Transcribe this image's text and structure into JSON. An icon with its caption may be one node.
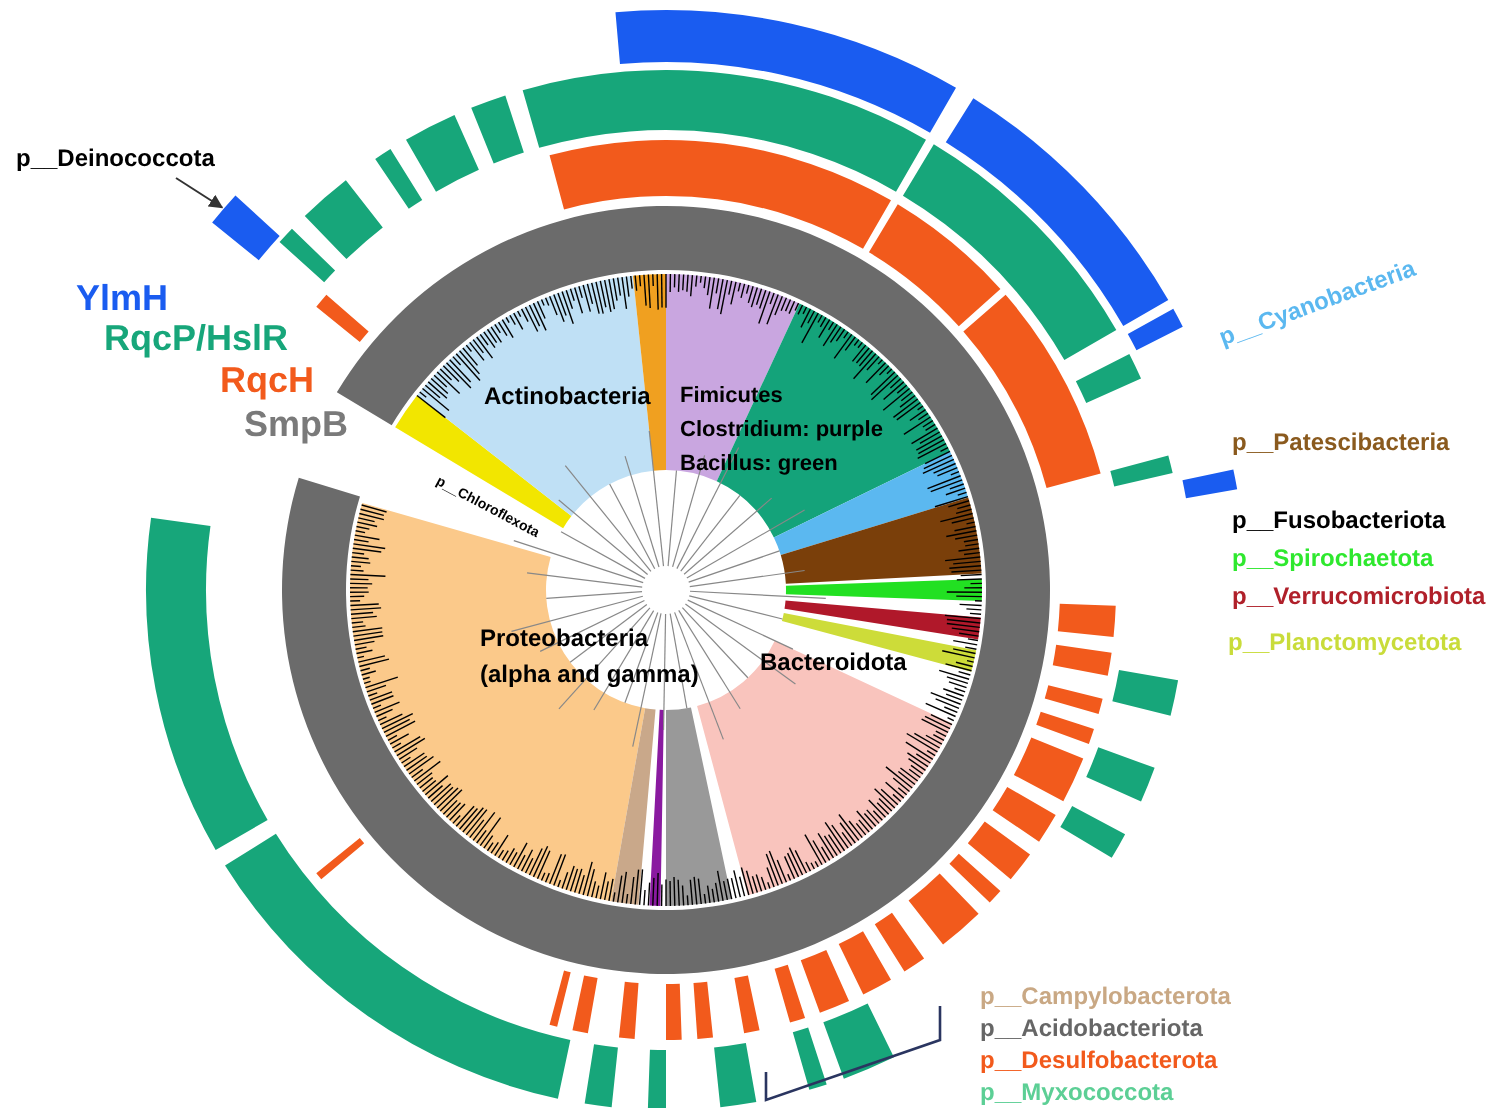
{
  "diagram": {
    "nodes": [
      {
        "text": [
          "p__Deinococcota"
        ]
      },
      {
        "text": [],
        "shape": "bar"
      }
    ],
    "edges": [
      {
        "from": 0,
        "to": 1,
        "arrow": "to"
      }
    ],
    "labels": [
      "YlmH",
      "RqcP/HslR",
      "RqcH",
      "SmpB",
      "Actinobacteria",
      "Fimicutes",
      "Clostridium: purple",
      "Bacillus: green",
      "p__Chloroflexota",
      "p__Cyanobacteria",
      "p__Patescibacteria",
      "p__Fusobacteriota",
      "p__Spirochaetota",
      "p__Verrucomicrobiota",
      "p__Planctomycetota",
      "Proteobacteria (alpha and gamma)",
      "Bacteroidota",
      "p__Campylobacterota",
      "p__Acidobacteriota",
      "p__Desulfobacterota",
      "p__Myxococcota"
    ]
  }
}
